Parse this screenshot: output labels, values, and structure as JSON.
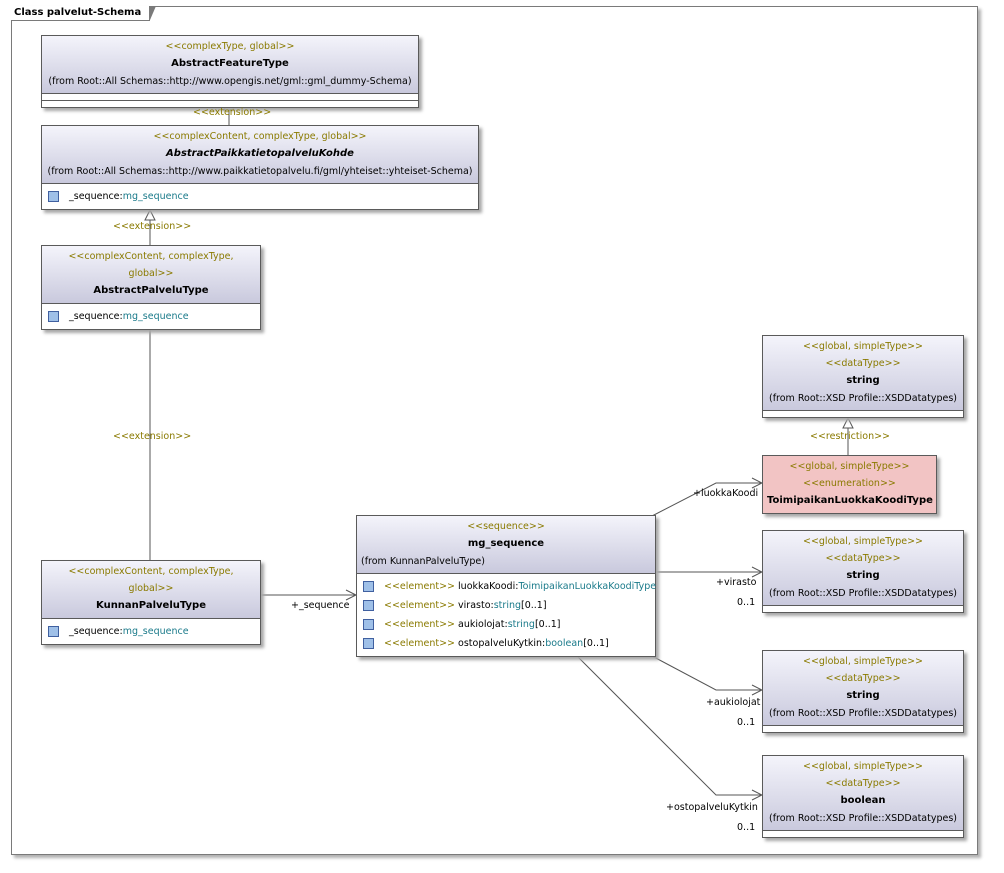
{
  "frame": {
    "title": "Class palvelut-Schema"
  },
  "classes": {
    "abstractFeatureType": {
      "stereotype": "<<complexType, global>>",
      "name": "AbstractFeatureType",
      "from": "(from Root::All Schemas::http://www.opengis.net/gml::gml_dummy-Schema)"
    },
    "abstractPaikkatieto": {
      "stereotype": "<<complexContent, complexType, global>>",
      "name": "AbstractPaikkatietopalveluKohde",
      "from": "(from Root::All Schemas::http://www.paikkatietopalvelu.fi/gml/yhteiset::yhteiset-Schema)",
      "attr_name": "_sequence:",
      "attr_type": "mg_sequence"
    },
    "abstractPalvelu": {
      "stereotype": "<<complexContent, complexType, global>>",
      "name": "AbstractPalveluType",
      "attr_name": "_sequence:",
      "attr_type": "mg_sequence"
    },
    "kunnanPalvelu": {
      "stereotype": "<<complexContent, complexType, global>>",
      "name": "KunnanPalveluType",
      "attr_name": "_sequence:",
      "attr_type": "mg_sequence"
    },
    "mgSequence": {
      "stereotype": "<<sequence>>",
      "name": "mg_sequence",
      "from": "(from KunnanPalveluType)",
      "attrs": [
        {
          "stereo": "<<element>>",
          "name": "luokkaKoodi:",
          "type": "ToimipaikanLuokkaKoodiType",
          "mult": ""
        },
        {
          "stereo": "<<element>>",
          "name": "virasto:",
          "type": "string",
          "mult": "[0..1]"
        },
        {
          "stereo": "<<element>>",
          "name": "aukiolojat:",
          "type": "string",
          "mult": "[0..1]"
        },
        {
          "stereo": "<<element>>",
          "name": "ostopalveluKytkin:",
          "type": "boolean",
          "mult": "[0..1]"
        }
      ]
    },
    "stringTop": {
      "stereotype1": "<<global, simpleType>>",
      "stereotype2": "<<dataType>>",
      "name": "string",
      "from": "(from Root::XSD Profile::XSDDatatypes)"
    },
    "toimipaikan": {
      "stereotype1": "<<global, simpleType>>",
      "stereotype2": "<<enumeration>>",
      "name": "ToimipaikanLuokkaKoodiType"
    },
    "stringVirasto": {
      "stereotype1": "<<global, simpleType>>",
      "stereotype2": "<<dataType>>",
      "name": "string",
      "from": "(from Root::XSD Profile::XSDDatatypes)"
    },
    "stringAukiolo": {
      "stereotype1": "<<global, simpleType>>",
      "stereotype2": "<<dataType>>",
      "name": "string",
      "from": "(from Root::XSD Profile::XSDDatatypes)"
    },
    "booleanType": {
      "stereotype1": "<<global, simpleType>>",
      "stereotype2": "<<dataType>>",
      "name": "boolean",
      "from": "(from Root::XSD Profile::XSDDatatypes)"
    }
  },
  "relations": {
    "ext1": "<<extension>>",
    "ext2": "<<extension>>",
    "ext3": "<<extension>>",
    "restriction": "<<restriction>>",
    "seq_role": "+_sequence",
    "luokka_role": "+luokkaKoodi",
    "virasto_role": "+virasto",
    "virasto_mult": "0..1",
    "aukiolo_role": "+aukiolojat",
    "aukiolo_mult": "0..1",
    "osto_role": "+ostopalveluKytkin",
    "osto_mult": "0..1"
  },
  "colors": {
    "stereotype": "#8a7a00",
    "type_link": "#1a7a8a",
    "enum_fill": "#f2c4c4",
    "header_gradient_top": "#f4f4fb",
    "header_gradient_bottom": "#c9c9dd"
  }
}
